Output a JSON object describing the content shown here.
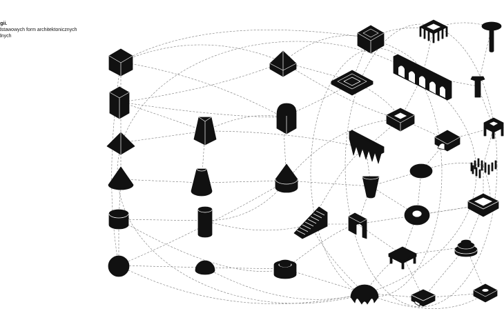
{
  "caption": {
    "title": "logii.",
    "lines": [
      "odstawowych form architektonicznych",
      "odnych"
    ]
  },
  "forms": [
    {
      "id": "cube",
      "icon": "cube-icon"
    },
    {
      "id": "hip-roof",
      "icon": "hip-roof-icon"
    },
    {
      "id": "tall-box",
      "icon": "tall-box-icon"
    },
    {
      "id": "pyramid",
      "icon": "pyramid-icon"
    },
    {
      "id": "frustum",
      "icon": "frustum-icon"
    },
    {
      "id": "arch-block",
      "icon": "arch-block-icon"
    },
    {
      "id": "cone",
      "icon": "cone-icon"
    },
    {
      "id": "truncated-cone",
      "icon": "truncated-cone-icon"
    },
    {
      "id": "cone-on-cylinder",
      "icon": "cone-on-cylinder-icon"
    },
    {
      "id": "disc",
      "icon": "disc-icon"
    },
    {
      "id": "cylinder",
      "icon": "cylinder-icon"
    },
    {
      "id": "sphere",
      "icon": "sphere-icon"
    },
    {
      "id": "hemisphere",
      "icon": "hemisphere-icon"
    },
    {
      "id": "ring-drum",
      "icon": "ring-drum-icon"
    },
    {
      "id": "hollow-cube",
      "icon": "hollow-cube-icon"
    },
    {
      "id": "stepped-pyramid",
      "icon": "stepped-pyramid-icon"
    },
    {
      "id": "colonnade-ring",
      "icon": "colonnade-ring-icon"
    },
    {
      "id": "aqueduct",
      "icon": "aqueduct-icon"
    },
    {
      "id": "mushroom-column",
      "icon": "mushroom-column-icon"
    },
    {
      "id": "capital-column",
      "icon": "capital-column-icon"
    },
    {
      "id": "courtyard-block",
      "icon": "courtyard-block-icon"
    },
    {
      "id": "spiked-wall",
      "icon": "spiked-wall-icon"
    },
    {
      "id": "vault-block",
      "icon": "vault-block-icon"
    },
    {
      "id": "open-frame",
      "icon": "open-frame-icon"
    },
    {
      "id": "ellipse-plate",
      "icon": "ellipse-plate-icon"
    },
    {
      "id": "peristyle",
      "icon": "peristyle-icon"
    },
    {
      "id": "cup",
      "icon": "cup-icon"
    },
    {
      "id": "stair",
      "icon": "stair-icon"
    },
    {
      "id": "portal",
      "icon": "portal-icon"
    },
    {
      "id": "torus",
      "icon": "torus-icon"
    },
    {
      "id": "walled-square",
      "icon": "walled-square-icon"
    },
    {
      "id": "table",
      "icon": "table-icon"
    },
    {
      "id": "stepped-disc",
      "icon": "stepped-disc-icon"
    },
    {
      "id": "dome-arches",
      "icon": "dome-arches-icon"
    },
    {
      "id": "bench",
      "icon": "bench-icon"
    },
    {
      "id": "square-well",
      "icon": "square-well-icon"
    }
  ]
}
